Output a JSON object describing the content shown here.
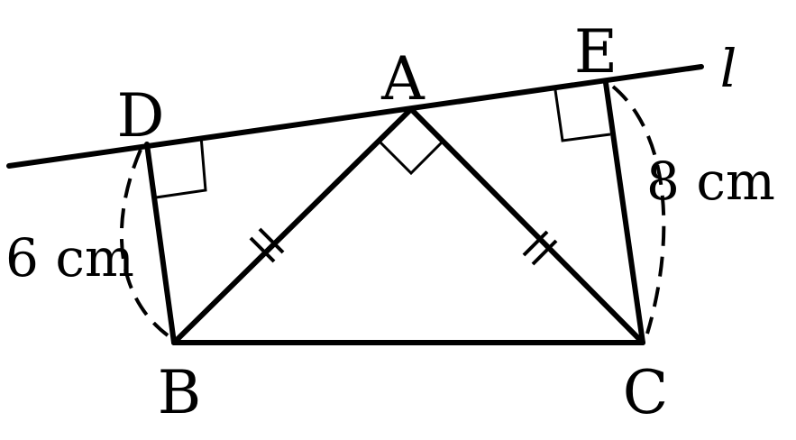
{
  "points": {
    "A": "A",
    "B": "B",
    "C": "C",
    "D": "D",
    "E": "E"
  },
  "line_label": "l",
  "measures": {
    "BD": "6 cm",
    "CE": "8 cm"
  }
}
